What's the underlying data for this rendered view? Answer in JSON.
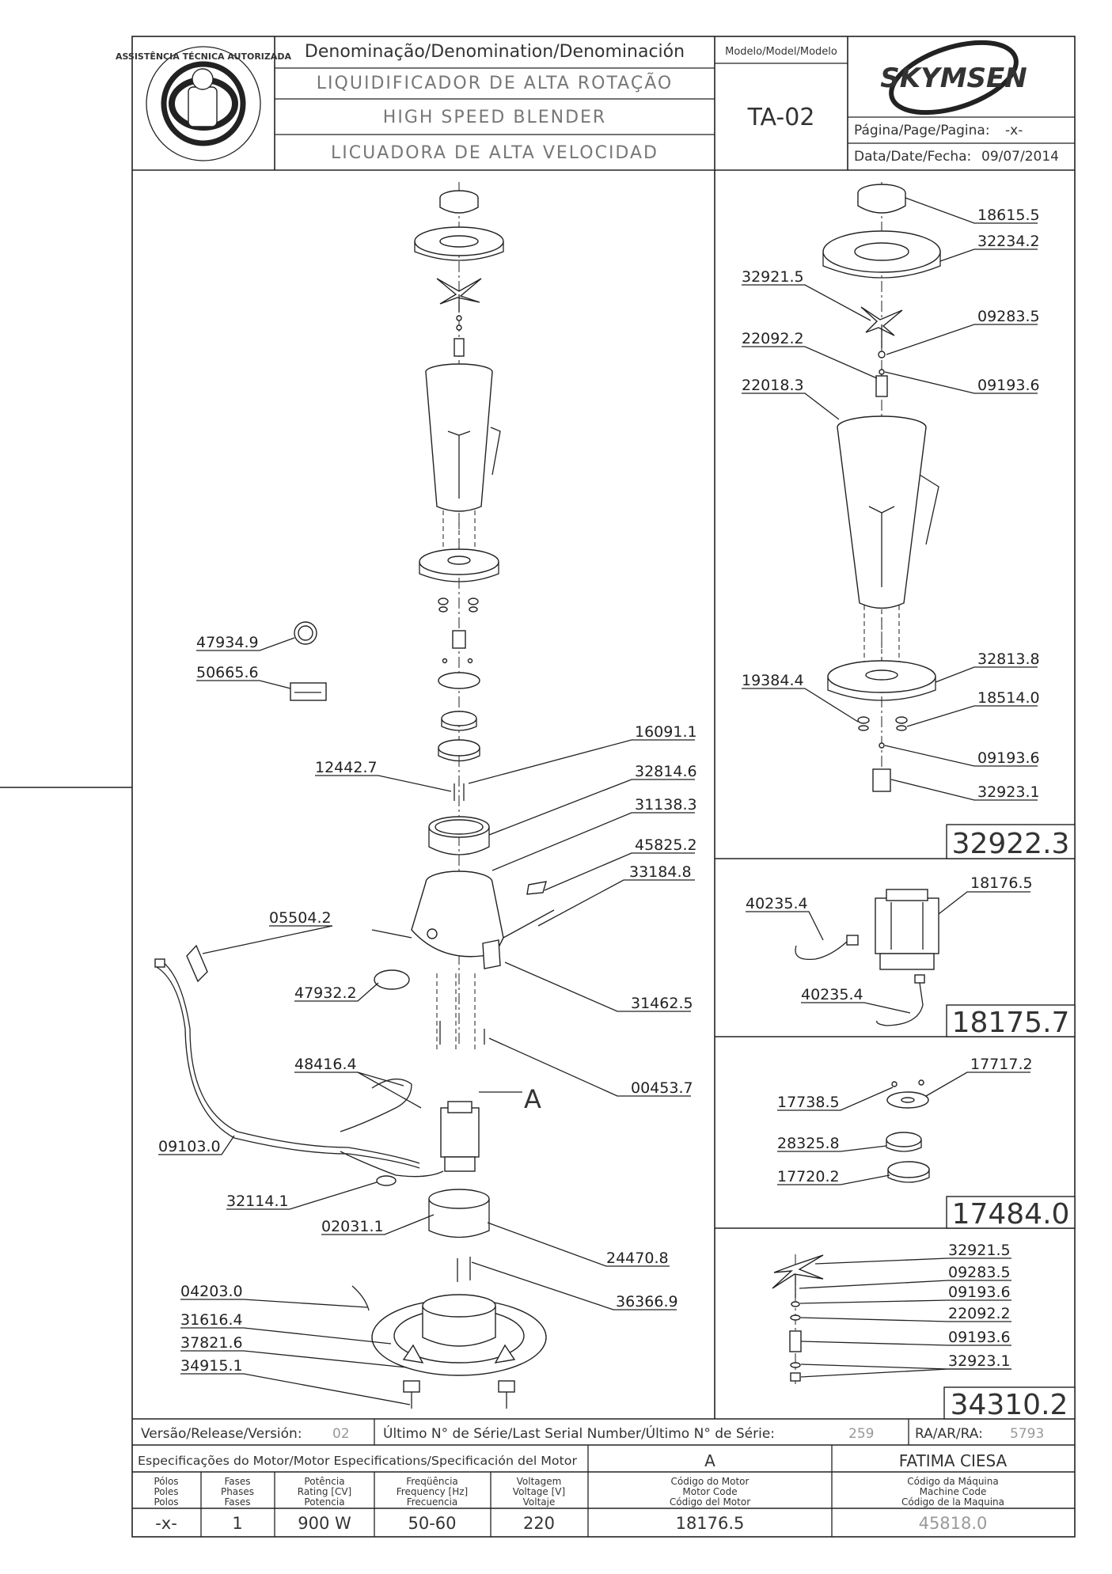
{
  "header": {
    "denomination_title": "Denominação/Denomination/Denominación",
    "name_pt": "LIQUIDIFICADOR DE ALTA ROTAÇÃO",
    "name_en": "HIGH SPEED BLENDER",
    "name_es": "LICUADORA DE ALTA VELOCIDAD",
    "model_title": "Modelo/Model/Modelo",
    "model": "TA-02",
    "brand": "SKYMSEN",
    "page_label": "Página/Page/Pagina:",
    "page_value": "-x-",
    "date_label": "Data/Date/Fecha:",
    "date_value": "09/07/2014",
    "seal_text": "ASSISTÊNCIA TÉCNICA AUTORIZADA"
  },
  "main_labels": {
    "l47934_9": "47934.9",
    "l50665_6": "50665.6",
    "l16091_1": "16091.1",
    "l12442_7": "12442.7",
    "l32814_6": "32814.6",
    "l31138_3": "31138.3",
    "l45825_2": "45825.2",
    "l33184_8": "33184.8",
    "l05504_2": "05504.2",
    "l47932_2": "47932.2",
    "l31462_5": "31462.5",
    "l00453_7": "00453.7",
    "l48416_4": "48416.4",
    "callout_a": "A",
    "l09103_0": "09103.0",
    "l32114_1": "32114.1",
    "l02031_1": "02031.1",
    "l24470_8": "24470.8",
    "l04203_0": "04203.0",
    "l36366_9": "36366.9",
    "l31616_4": "31616.4",
    "l37821_6": "37821.6",
    "l34915_1": "34915.1"
  },
  "jar_assembly": {
    "code": "32922.3",
    "labels": {
      "l18615_5": "18615.5",
      "l32234_2": "32234.2",
      "l32921_5": "32921.5",
      "l09283_5": "09283.5",
      "l22092_2": "22092.2",
      "l09193_6a": "09193.6",
      "l22018_3": "22018.3",
      "l32813_8": "32813.8",
      "l19384_4": "19384.4",
      "l18514_0": "18514.0",
      "l09193_6b": "09193.6",
      "l32923_1": "32923.1"
    }
  },
  "motor_assembly": {
    "code": "18175.7",
    "labels": {
      "l18176_5": "18176.5",
      "l40235_4a": "40235.4",
      "l40235_4b": "40235.4"
    }
  },
  "coupling_assembly": {
    "code": "17484.0",
    "labels": {
      "l17717_2": "17717.2",
      "l17738_5": "17738.5",
      "l28325_8": "28325.8",
      "l17720_2": "17720.2"
    }
  },
  "blade_assembly": {
    "code": "34310.2",
    "labels": {
      "l32921_5": "32921.5",
      "l09283_5": "09283.5",
      "l09193_6a": "09193.6",
      "l22092_2": "22092.2",
      "l09193_6b": "09193.6",
      "l32923_1": "32923.1"
    }
  },
  "footer": {
    "version_label": "Versão/Release/Versión:",
    "version_value": "02",
    "serial_label": "Último N° de Série/Last Serial Number/Último N° de Série:",
    "serial_value": "259",
    "ra_label": "RA/AR/RA:",
    "ra_value": "5793",
    "motor_spec_label": "Especificações do Motor/Motor Especifications/Specificación del Motor",
    "revision": "A",
    "author": "FATIMA CIESA",
    "columns": [
      {
        "l1": "Pólos",
        "l2": "Poles",
        "l3": "Polos",
        "value": "-x-"
      },
      {
        "l1": "Fases",
        "l2": "Phases",
        "l3": "Fases",
        "value": "1"
      },
      {
        "l1": "Potência",
        "l2": "Rating [CV]",
        "l3": "Potencia",
        "value": "900 W"
      },
      {
        "l1": "Freqüência",
        "l2": "Frequency [Hz]",
        "l3": "Frecuencia",
        "value": "50-60"
      },
      {
        "l1": "Voltagem",
        "l2": "Voltage [V]",
        "l3": "Voltaje",
        "value": "220"
      },
      {
        "l1": "Código do Motor",
        "l2": "Motor Code",
        "l3": "Código del Motor",
        "value": "18176.5"
      },
      {
        "l1": "Código da Máquina",
        "l2": "Machine Code",
        "l3": "Código de la Maquina",
        "value": "45818.0"
      }
    ]
  }
}
